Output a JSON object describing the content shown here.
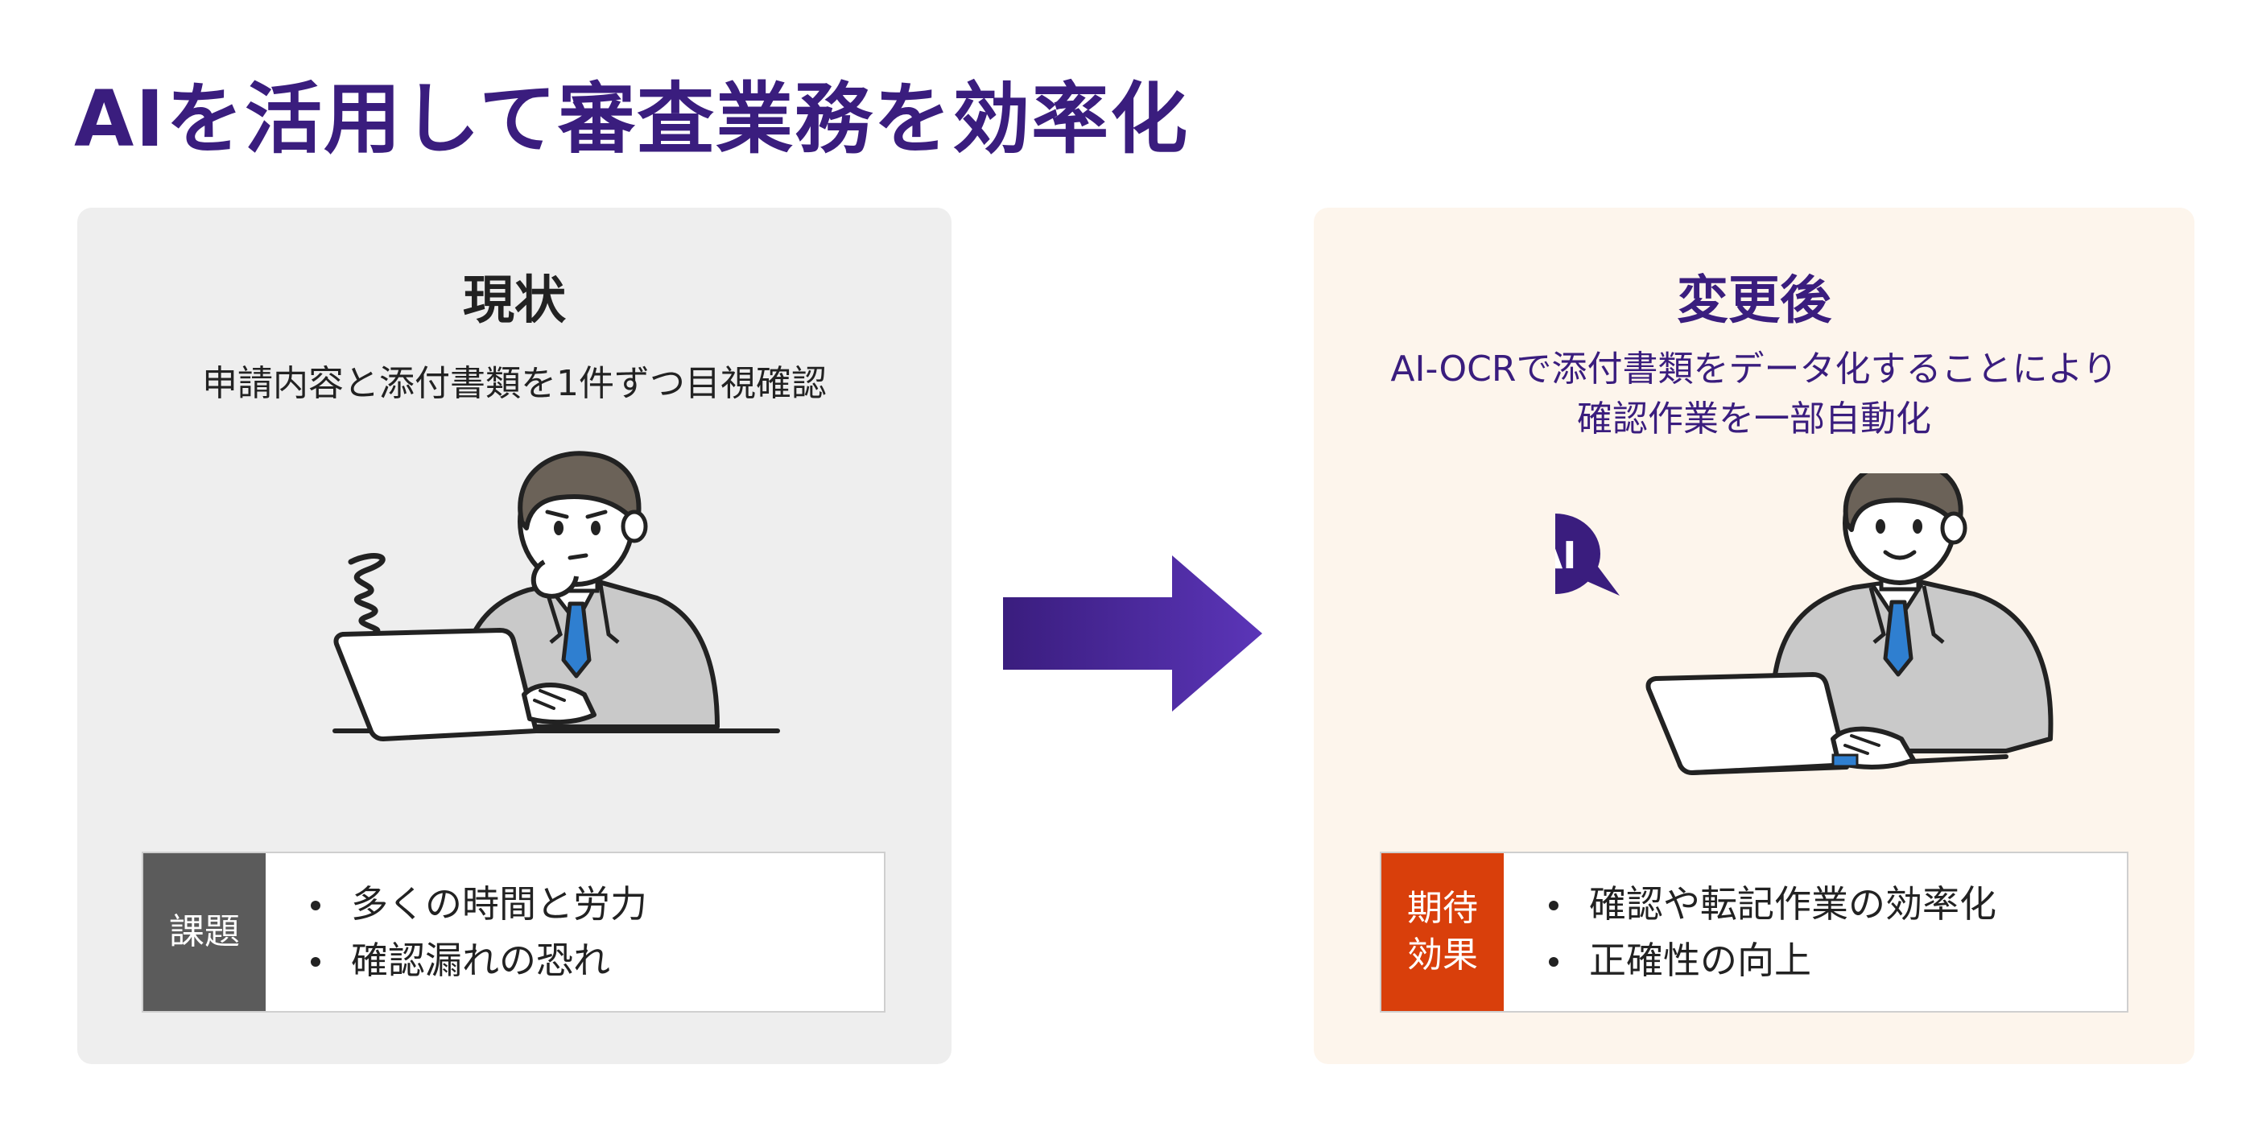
{
  "title": "AIを活用して審査業務を効率化",
  "current": {
    "heading": "現状",
    "description": "申請内容と添付書類を1件ずつ目視確認",
    "label": [
      "課題"
    ],
    "items": [
      "多くの時間と労力",
      "確認漏れの恐れ"
    ]
  },
  "after": {
    "heading": "変更後",
    "description_lines": [
      "AI-OCRで添付書類をデータ化することにより",
      "確認作業を一部自動化"
    ],
    "bubble_text": "AI",
    "label": [
      "期待",
      "効果"
    ],
    "items": [
      "確認や転記作業の効率化",
      "正確性の向上"
    ]
  },
  "colors": {
    "title": "#3a1d7e",
    "panel_current_bg": "#eeeeee",
    "panel_after_bg": "#fdf5ec",
    "issue_label_bg": "#5b5b5b",
    "effect_label_bg": "#d93f0b",
    "arrow_start": "#3a1d7e",
    "arrow_end": "#5b35b8",
    "tie": "#2f7fd0",
    "suit": "#c9c9c9"
  },
  "icons": {
    "person_thinking": "worried-businessman-laptop-icon",
    "person_working": "smiling-businessman-laptop-icon",
    "confusion": "scribble-confusion-icon",
    "ai_bubble": "ai-speech-bubble-icon",
    "arrow": "right-arrow-icon"
  }
}
